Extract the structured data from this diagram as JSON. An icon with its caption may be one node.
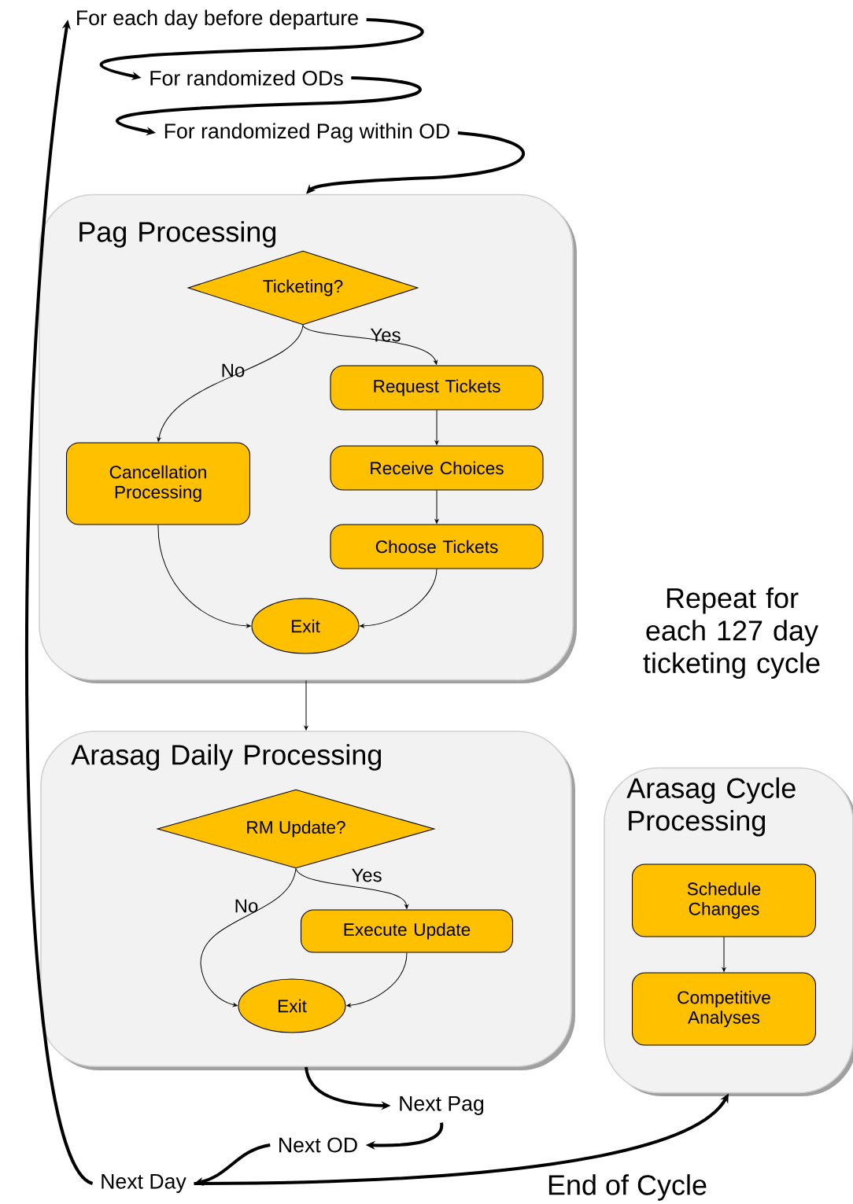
{
  "diagram": {
    "nodes": [
      {
        "text": [
          "For each day before departure"
        ]
      },
      {
        "text": [
          "For randomized ODs"
        ]
      },
      {
        "text": [
          "For randomized Pag within OD"
        ]
      },
      {
        "text": [
          "Pag Processing"
        ]
      },
      {
        "text": [
          "Ticketing?"
        ],
        "in": 3
      },
      {
        "text": [
          "Request Tickets"
        ],
        "in": 3
      },
      {
        "text": [
          "Cancellation Processing"
        ],
        "in": 3
      },
      {
        "text": [
          "Receive Choices"
        ],
        "in": 3
      },
      {
        "text": [
          "Choose Tickets"
        ],
        "in": 3
      },
      {
        "text": [
          "Exit"
        ],
        "in": 3
      },
      {
        "text": [
          "Arasag Daily Processing"
        ]
      },
      {
        "text": [
          "RM Update?"
        ],
        "in": 10
      },
      {
        "text": [
          "Execute Update"
        ],
        "in": 10
      },
      {
        "text": [
          "Exit"
        ],
        "in": 10
      },
      {
        "text": [
          "Arasag Cycle Processing"
        ]
      },
      {
        "text": [
          "Schedule Changes"
        ],
        "in": 14
      },
      {
        "text": [
          "Competitive Analyses"
        ],
        "in": 14
      },
      {
        "text": [
          "Next Pag"
        ]
      },
      {
        "text": [
          "Next OD"
        ]
      },
      {
        "text": [
          "Next Day"
        ]
      }
    ],
    "edges": [
      {
        "from": 0,
        "to": 1,
        "arrow": "to",
        "style": "thick"
      },
      {
        "from": 1,
        "to": 2,
        "arrow": "to",
        "style": "thick"
      },
      {
        "from": 2,
        "to": 3,
        "arrow": "to",
        "style": "thick"
      },
      {
        "from": 4,
        "to": 5,
        "arrow": "to",
        "label": "Yes"
      },
      {
        "from": 4,
        "to": 6,
        "arrow": "to",
        "label": "No"
      },
      {
        "from": 5,
        "to": 7,
        "arrow": "to"
      },
      {
        "from": 7,
        "to": 8,
        "arrow": "to"
      },
      {
        "from": 6,
        "to": 9,
        "arrow": "to"
      },
      {
        "from": 8,
        "to": 9,
        "arrow": "to"
      },
      {
        "from": 3,
        "to": 10,
        "arrow": "to"
      },
      {
        "from": 11,
        "to": 12,
        "arrow": "to",
        "label": "Yes"
      },
      {
        "from": 11,
        "to": 13,
        "arrow": "to",
        "label": "No"
      },
      {
        "from": 12,
        "to": 13,
        "arrow": "to"
      },
      {
        "from": 15,
        "to": 16,
        "arrow": "to"
      },
      {
        "from": 10,
        "to": 17,
        "arrow": "to",
        "style": "thick"
      },
      {
        "from": 17,
        "to": 18,
        "arrow": "to",
        "style": "thick"
      },
      {
        "from": 18,
        "to": 19,
        "arrow": "to",
        "style": "thick"
      },
      {
        "from": 19,
        "to": 0,
        "arrow": "to",
        "style": "thick"
      },
      {
        "from": 19,
        "to": 14,
        "arrow": "to",
        "style": "thick",
        "label": "End of Cycle"
      }
    ],
    "labels": [
      "Repeat for each 127 day ticketing cycle"
    ]
  }
}
